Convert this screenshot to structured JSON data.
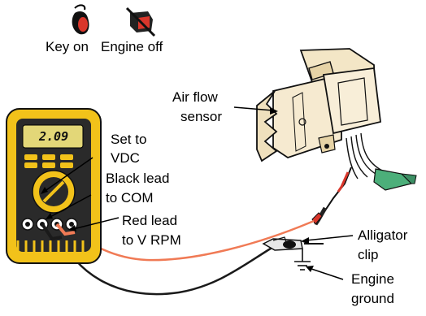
{
  "title_labels": {
    "key_on": "Key on",
    "engine_off": "Engine off"
  },
  "icons": {
    "key_on": "key-icon",
    "engine_off": "engine-crossed-out-icon"
  },
  "meter": {
    "display": "2.09"
  },
  "callouts": {
    "air_flow_sensor": [
      "Air flow",
      "sensor"
    ],
    "set_to_vdc": [
      "Set to",
      "VDC"
    ],
    "black_lead": [
      "Black lead",
      "to COM"
    ],
    "red_lead": [
      "Red lead",
      "to V RPM"
    ],
    "alligator_clip": [
      "Alligator",
      "clip"
    ],
    "engine_ground": [
      "Engine",
      "ground"
    ]
  },
  "colors": {
    "meter_body": "#f2c21a",
    "meter_face": "#2a2a2a",
    "lcd": "#e3d778",
    "red_lead": "#f07a55",
    "black_lead": "#1a1a1a",
    "sensor_body": "#f3e6c6",
    "connector_green": "#4caf7a",
    "icon_red": "#d9362b"
  }
}
